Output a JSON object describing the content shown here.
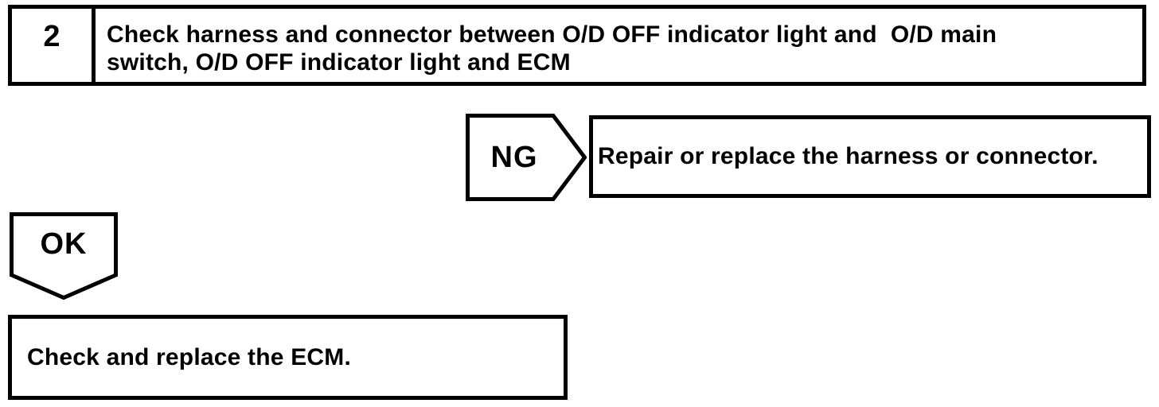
{
  "colors": {
    "ink": "#000000",
    "paper": "#ffffff"
  },
  "step": {
    "number": "2",
    "instruction": "Check harness and connector between O/D OFF indicator light and  O/D main\nswitch, O/D OFF indicator light and ECM"
  },
  "ng_branch": {
    "label": "NG",
    "action": "Repair or replace the harness or connector."
  },
  "ok_branch": {
    "label": "OK",
    "action": "Check and replace the ECM."
  }
}
